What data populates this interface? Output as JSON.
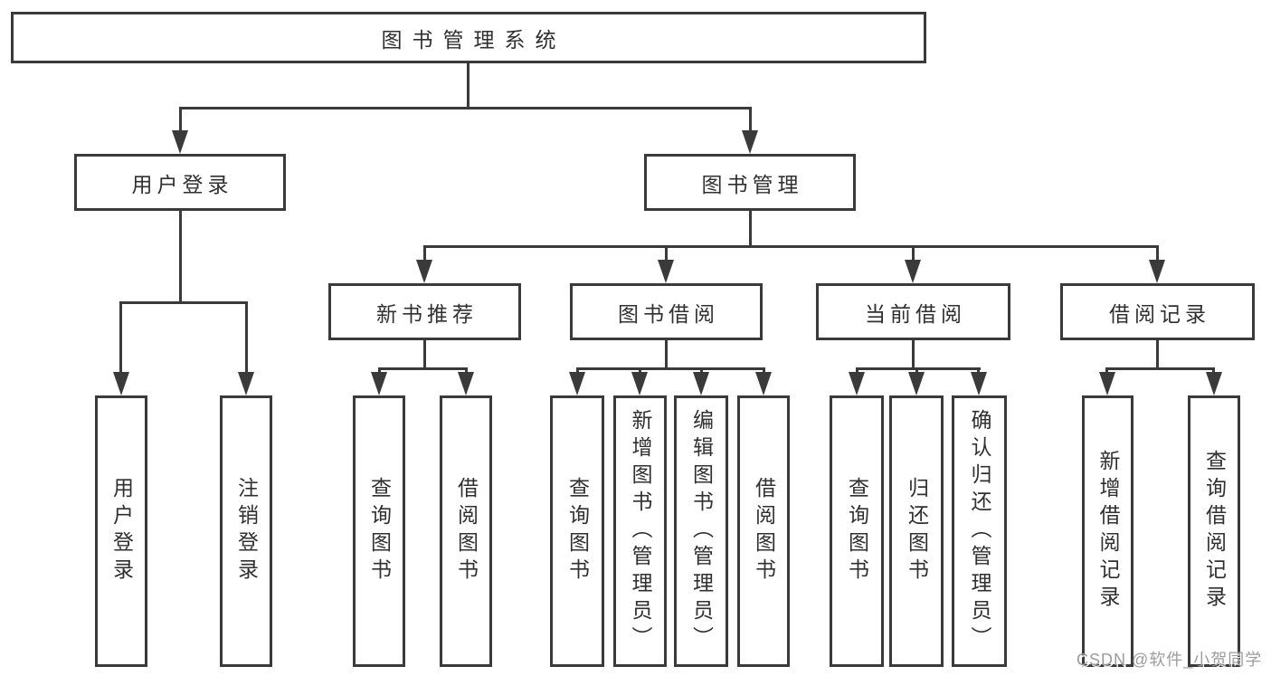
{
  "colors": {
    "line": "#3a3a3a",
    "text": "#303030",
    "watermark": "#9c9c9c"
  },
  "nodes": {
    "root": {
      "label": "图书管理系统"
    },
    "user_login": {
      "label": "用户登录"
    },
    "book_mgmt": {
      "label": "图书管理"
    },
    "new_book_rec": {
      "label": "新书推荐"
    },
    "book_borrow": {
      "label": "图书借阅"
    },
    "current_borrow": {
      "label": "当前借阅"
    },
    "borrow_record": {
      "label": "借阅记录"
    },
    "ul_user_login": {
      "label": "用户登录"
    },
    "ul_logout": {
      "label": "注销登录"
    },
    "nb_query_book": {
      "label": "查询图书"
    },
    "nb_borrow_book": {
      "label": "借阅图书"
    },
    "bb_query_book": {
      "label": "查询图书"
    },
    "bb_add_book": {
      "label": "新增图书（管理员）"
    },
    "bb_edit_book": {
      "label": "编辑图书（管理员）"
    },
    "bb_borrow_book": {
      "label": "借阅图书"
    },
    "cb_query_book": {
      "label": "查询图书"
    },
    "cb_return_book": {
      "label": "归还图书"
    },
    "cb_confirm_return": {
      "label": "确认归还（管理员）"
    },
    "br_add_record": {
      "label": "新增借阅记录"
    },
    "br_query_record": {
      "label": "查询借阅记录"
    }
  },
  "watermark": {
    "text": "CSDN @软件_小贺同学"
  }
}
